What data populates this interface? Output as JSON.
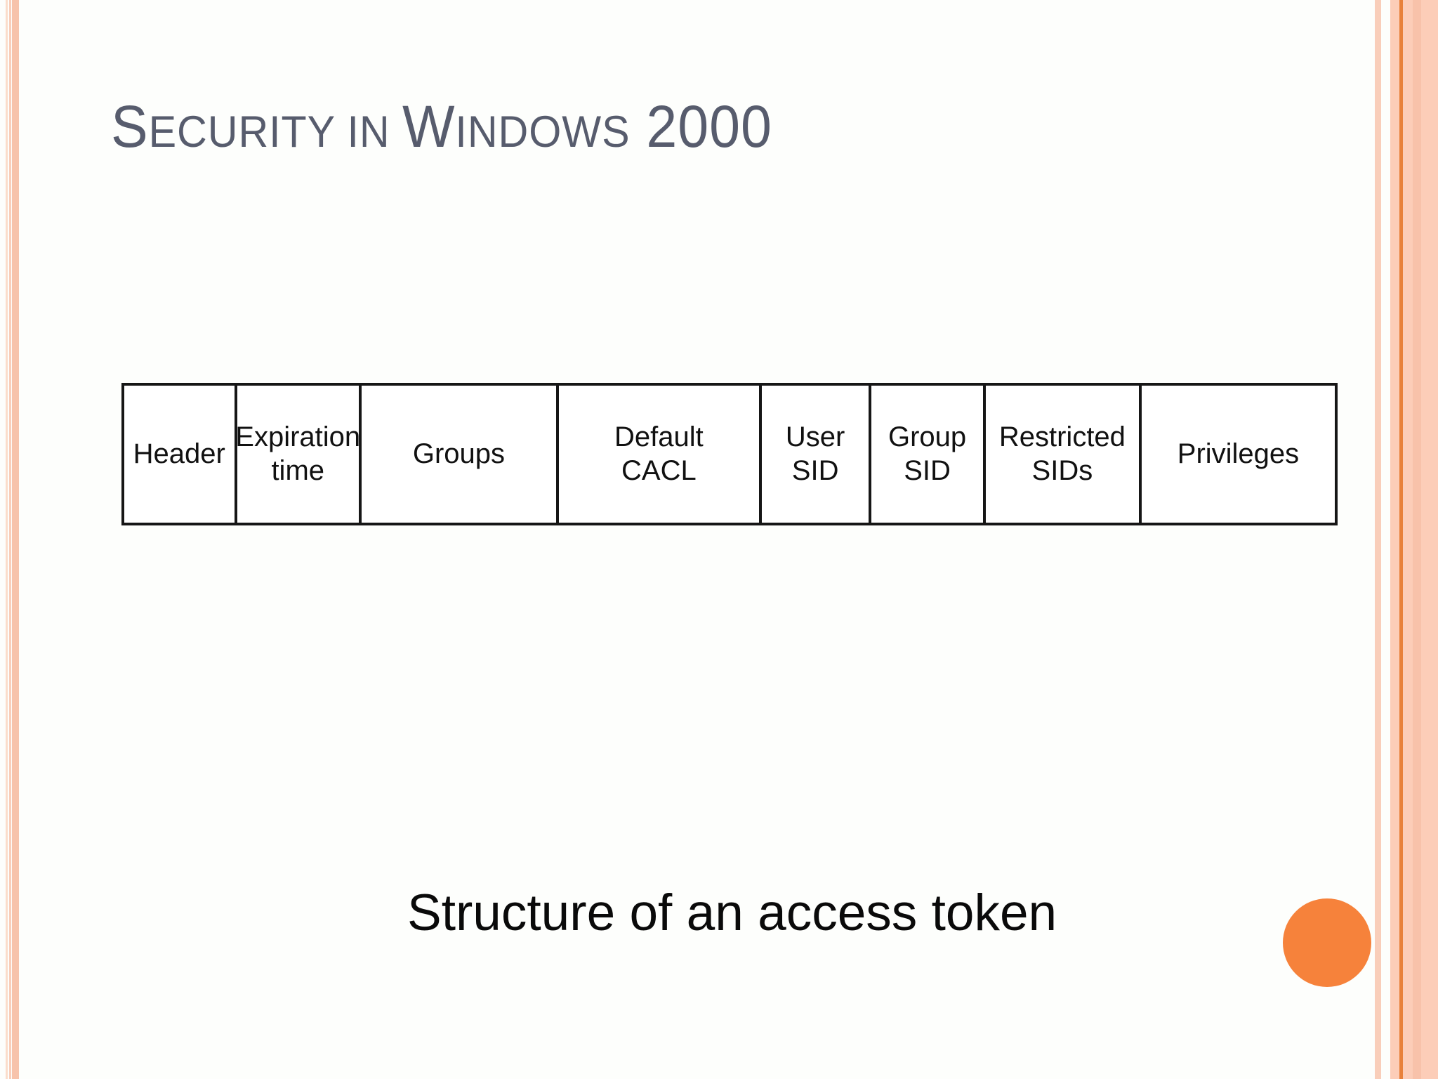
{
  "slide": {
    "title": {
      "full_text": "Security in Windows 2000",
      "parts": [
        {
          "text": "S"
        },
        {
          "text": "ECURITY"
        },
        {
          "text": " IN "
        },
        {
          "text": "W"
        },
        {
          "text": "INDOWS"
        },
        {
          "text": " 2000"
        }
      ]
    },
    "caption": "Structure of an access token"
  },
  "diagram": {
    "name": "access-token-structure",
    "cells": [
      {
        "lines": [
          "Header",
          ""
        ]
      },
      {
        "lines": [
          "Expiration",
          "time"
        ]
      },
      {
        "lines": [
          "Groups",
          ""
        ]
      },
      {
        "lines": [
          "Default",
          "CACL"
        ]
      },
      {
        "lines": [
          "User",
          "SID"
        ]
      },
      {
        "lines": [
          "Group",
          "SID"
        ]
      },
      {
        "lines": [
          "Restricted",
          "SIDs"
        ]
      },
      {
        "lines": [
          "Privileges",
          ""
        ]
      }
    ]
  },
  "theme": {
    "bg": "#fdfefc",
    "title-color": "#575c6d",
    "line": "#161616",
    "accent": "#f6823b",
    "stripe-light": "#fbddcb",
    "stripe-mid": "#f9ceba",
    "stripe-dark": "#f7c3ab",
    "band": "#fccdb8",
    "band-line": "#e8813b",
    "band-sub": "#f8c2aa"
  }
}
